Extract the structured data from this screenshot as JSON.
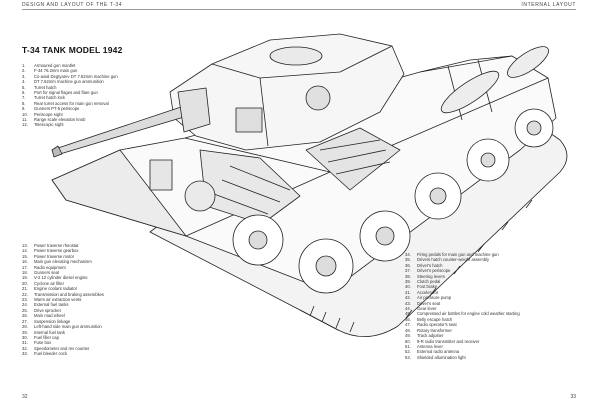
{
  "header": {
    "left": "DESIGN AND LAYOUT OF THE T-34",
    "right": "INTERNAL LAYOUT"
  },
  "title": "T-34 TANK MODEL  1942",
  "legend_top": [
    {
      "n": "1.",
      "t": "Armoured gun mantlet"
    },
    {
      "n": "2.",
      "t": "F-34 76.2mm main gun"
    },
    {
      "n": "3.",
      "t": "Co-axial Degtyarev DT 7.62mm machine gun"
    },
    {
      "n": "4.",
      "t": "DT 7.62mm machine gun ammunition"
    },
    {
      "n": "5.",
      "t": "Turret hatch"
    },
    {
      "n": "6.",
      "t": "Port for signal flages and flare gun"
    },
    {
      "n": "7.",
      "t": "Turret hatch lock"
    },
    {
      "n": "8.",
      "t": "Rear turret access for main gun removal"
    },
    {
      "n": "9.",
      "t": "Gunners PT-5 periscope"
    },
    {
      "n": "10.",
      "t": "Periscope sight"
    },
    {
      "n": "11.",
      "t": "Range scale elevation knob"
    },
    {
      "n": "12.",
      "t": "Telescopic sight"
    }
  ],
  "legend_bottom_left": [
    {
      "n": "13.",
      "t": "Power traverse rheostat"
    },
    {
      "n": "14.",
      "t": "Power traverse gearbox"
    },
    {
      "n": "15.",
      "t": "Power traverse motor"
    },
    {
      "n": "16.",
      "t": "Main gun elevating mechanism"
    },
    {
      "n": "17.",
      "t": "Radio equipment"
    },
    {
      "n": "18.",
      "t": "Gunners seat"
    },
    {
      "n": "19.",
      "t": "V-2 12 cylinder diesel engine"
    },
    {
      "n": "20.",
      "t": "Cyclone air filter"
    },
    {
      "n": "21.",
      "t": "Engine coolant radiator"
    },
    {
      "n": "22.",
      "t": "Transmission and braking assemblies"
    },
    {
      "n": "23.",
      "t": "Warm air extraction vents"
    },
    {
      "n": "24.",
      "t": "External fuel tanks"
    },
    {
      "n": "25.",
      "t": "Drive sprocket"
    },
    {
      "n": "26.",
      "t": "Main road wheel"
    },
    {
      "n": "27.",
      "t": "Suspension linkage"
    },
    {
      "n": "28.",
      "t": "Left-hand side main gun ammunition"
    },
    {
      "n": "29.",
      "t": "Internal fuel tank"
    },
    {
      "n": "30.",
      "t": "Fuel filler cap"
    },
    {
      "n": "31.",
      "t": "Fuse box"
    },
    {
      "n": "32.",
      "t": "Speedometer and rev counter"
    },
    {
      "n": "33.",
      "t": "Fuel bleeder cock"
    }
  ],
  "legend_bottom_right": [
    {
      "n": "34.",
      "t": "Firing pedals for main gun and machine gun"
    },
    {
      "n": "35.",
      "t": "Drivers hatch counter-weight assembly"
    },
    {
      "n": "36.",
      "t": "Driver's hatch"
    },
    {
      "n": "37.",
      "t": "Driver's periscope"
    },
    {
      "n": "38.",
      "t": "Steering levers"
    },
    {
      "n": "39.",
      "t": "Clutch pedal"
    },
    {
      "n": "40.",
      "t": "Foot brake"
    },
    {
      "n": "41.",
      "t": "Accelerator"
    },
    {
      "n": "42.",
      "t": "Air pressure pump"
    },
    {
      "n": "43.",
      "t": "Driver's seat"
    },
    {
      "n": "44.",
      "t": "Gear lever"
    },
    {
      "n": "45.",
      "t": "Compressed air bottles for engine cold weather starting"
    },
    {
      "n": "46.",
      "t": "Belly escape hatch"
    },
    {
      "n": "47.",
      "t": "Radio operator's seat"
    },
    {
      "n": "48.",
      "t": "Rotary transformer"
    },
    {
      "n": "49.",
      "t": "Track adjuster"
    },
    {
      "n": "50.",
      "t": "9-R radio transmitter and receiver"
    },
    {
      "n": "51.",
      "t": "Antenna lever"
    },
    {
      "n": "52.",
      "t": "External radio antenna"
    },
    {
      "n": "53.",
      "t": "Shielded allumination light"
    }
  ],
  "page_numbers": {
    "left": "32",
    "right": "33"
  }
}
